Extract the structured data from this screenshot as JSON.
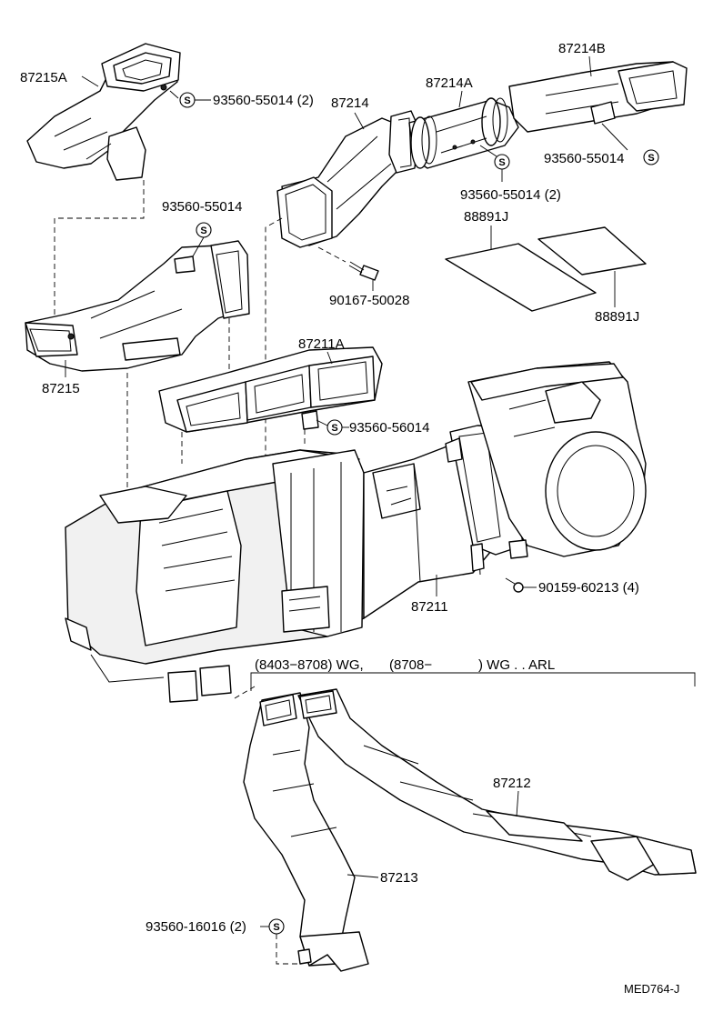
{
  "labels": {
    "p87215A": "87215A",
    "s87215A": "93560-55014 (2)",
    "p87214": "87214",
    "p87214A": "87214A",
    "p87214B": "87214B",
    "s87214B": "93560-55014",
    "s87214A": "93560-55014 (2)",
    "p88891J_top": "88891J",
    "p88891J_bot": "88891J",
    "s87215": "93560-55014",
    "p90167": "90167-50028",
    "p87215": "87215",
    "p87211A": "87211A",
    "s87211A": "93560-56014",
    "p87211": "87211",
    "p90159": "90159-60213 (4)",
    "range_a": "(8403−8708) WG,",
    "range_b": "(8708−",
    "range_c": ") WG . . ARL",
    "p87212": "87212",
    "p87213": "87213",
    "s87213": "93560-16016 (2)",
    "code": "MED764-J"
  },
  "symbols": {
    "screw_symbol": "S"
  }
}
